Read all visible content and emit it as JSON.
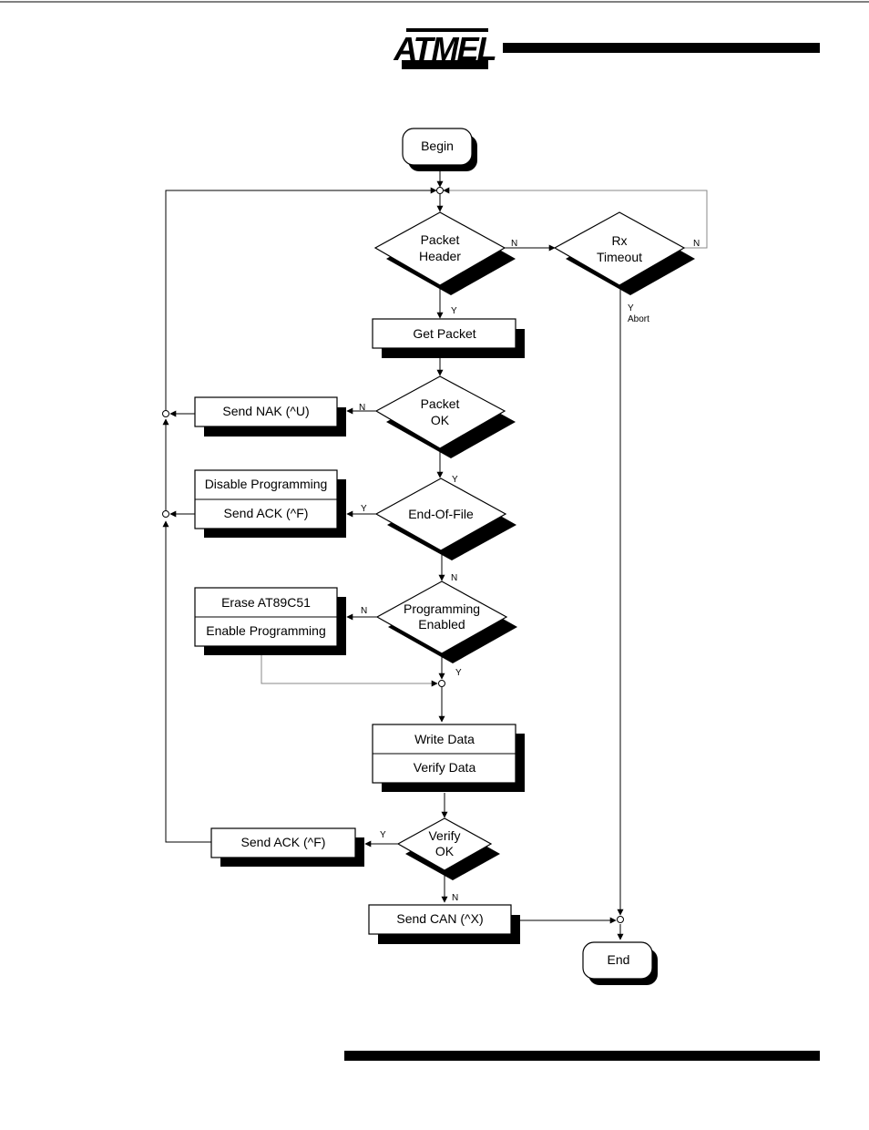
{
  "header": {
    "logo_text": "ATMEL"
  },
  "flowchart": {
    "begin": "Begin",
    "end": "End",
    "packet_header": [
      "Packet",
      "Header"
    ],
    "rx_timeout": [
      "Rx",
      "Timeout"
    ],
    "get_packet": "Get  Packet",
    "packet_ok": [
      "Packet",
      "OK"
    ],
    "send_nak": "Send  NAK  (^U)",
    "end_of_file": "End-Of-File",
    "disable_programming": "Disable  Programming",
    "send_ack_eof": "Send  ACK  (^F)",
    "programming_enabled": [
      "Programming",
      "Enabled"
    ],
    "erase": "Erase  AT89C51",
    "enable_programming": "Enable  Programming",
    "write_data": "Write  Data",
    "verify_data": "Verify  Data",
    "verify_ok": [
      "Verify",
      "OK"
    ],
    "send_ack_verify": "Send  ACK  (^F)",
    "send_can": "Send  CAN  (^X)",
    "labels": {
      "n": "N",
      "y": "Y",
      "abort": "Abort"
    }
  }
}
